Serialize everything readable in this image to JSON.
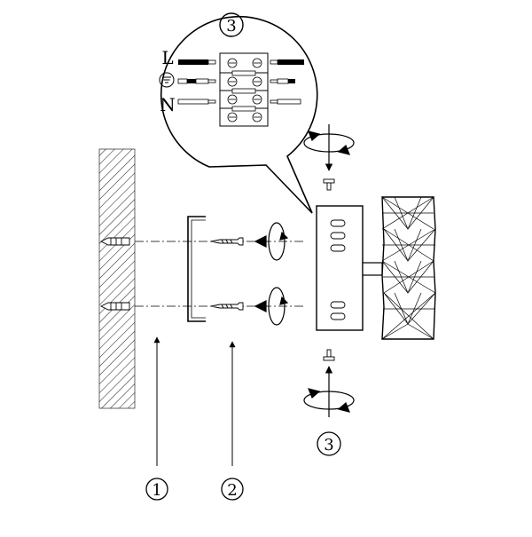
{
  "detail_callout": {
    "step_label": "3",
    "terminal_labels": {
      "live": "L",
      "neutral": "N"
    },
    "icons": [
      "earth-ground-icon",
      "screw-terminal-block-icon"
    ]
  },
  "step_markers": [
    {
      "id": "step-1",
      "label": "1"
    },
    {
      "id": "step-2",
      "label": "2"
    },
    {
      "id": "step-3",
      "label": "3"
    }
  ],
  "icons": [
    "rotate-clockwise-arrow-icon",
    "screw-icon",
    "arrow-up-icon",
    "arrow-down-icon"
  ],
  "colors": {
    "line": "#000000",
    "background": "#ffffff"
  }
}
